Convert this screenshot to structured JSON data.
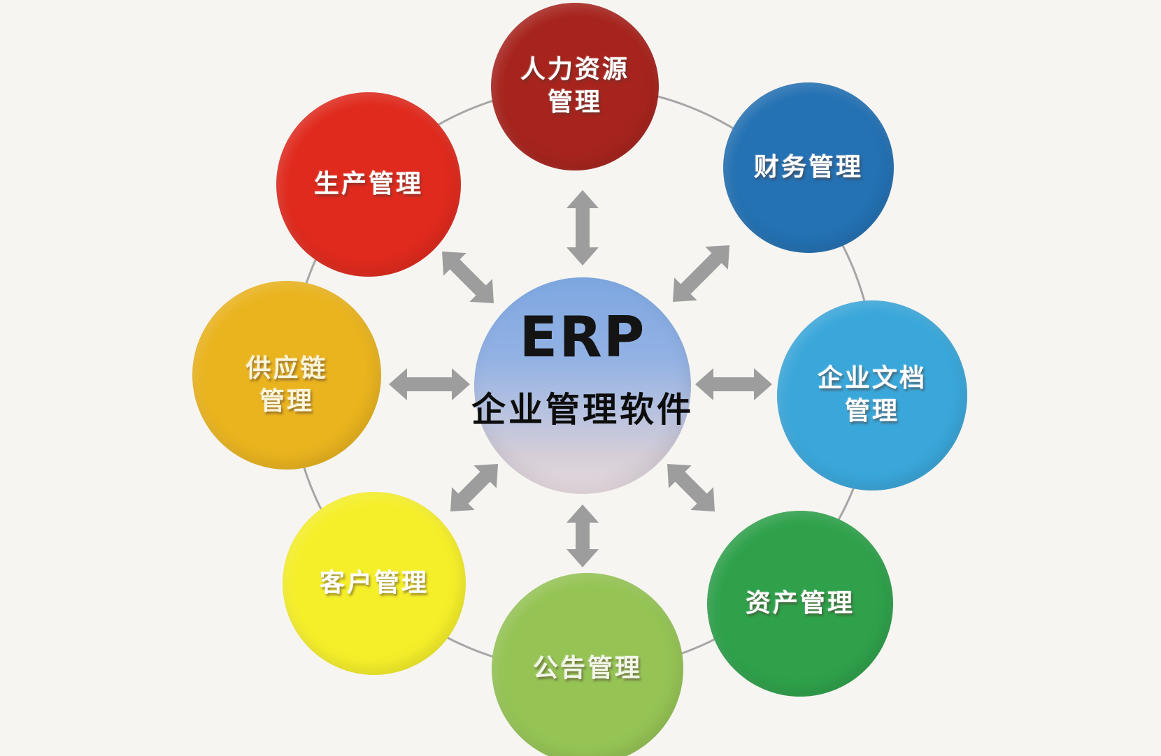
{
  "diagram": {
    "background_color": "#f7f5f2",
    "connector_color": "#9d9d9d",
    "ring_color": "#a6a6a6",
    "center": {
      "title": "ERP",
      "subtitle": "企业管理软件",
      "gradient_top_color": "#7ea7e0",
      "gradient_bottom_color": "#e7dce0",
      "text_color": "#141414"
    },
    "nodes": [
      {
        "id": "hr-management",
        "line1": "人力资源",
        "line2": "管理",
        "color": "#a7241e",
        "text_color": "#ffffff"
      },
      {
        "id": "finance-management",
        "line1": "财务管理",
        "color": "#2471b3",
        "text_color": "#ffffff"
      },
      {
        "id": "document-management",
        "line1": "企业文档",
        "line2": "管理",
        "color": "#3aa7da",
        "text_color": "#ffffff"
      },
      {
        "id": "asset-management",
        "line1": "资产管理",
        "color": "#2fa14b",
        "text_color": "#ffffff"
      },
      {
        "id": "announcement-management",
        "line1": "公告管理",
        "color": "#95c455",
        "text_color": "#f2f7e8"
      },
      {
        "id": "customer-management",
        "line1": "客户管理",
        "color": "#f5ef2a",
        "text_color": "#ffffff"
      },
      {
        "id": "supply-chain-management",
        "line1": "供应链",
        "line2": "管理",
        "color": "#eab41f",
        "text_color": "#fcf5d9"
      },
      {
        "id": "production-management",
        "line1": "生产管理",
        "color": "#e02a1e",
        "text_color": "#ffffff"
      }
    ]
  }
}
